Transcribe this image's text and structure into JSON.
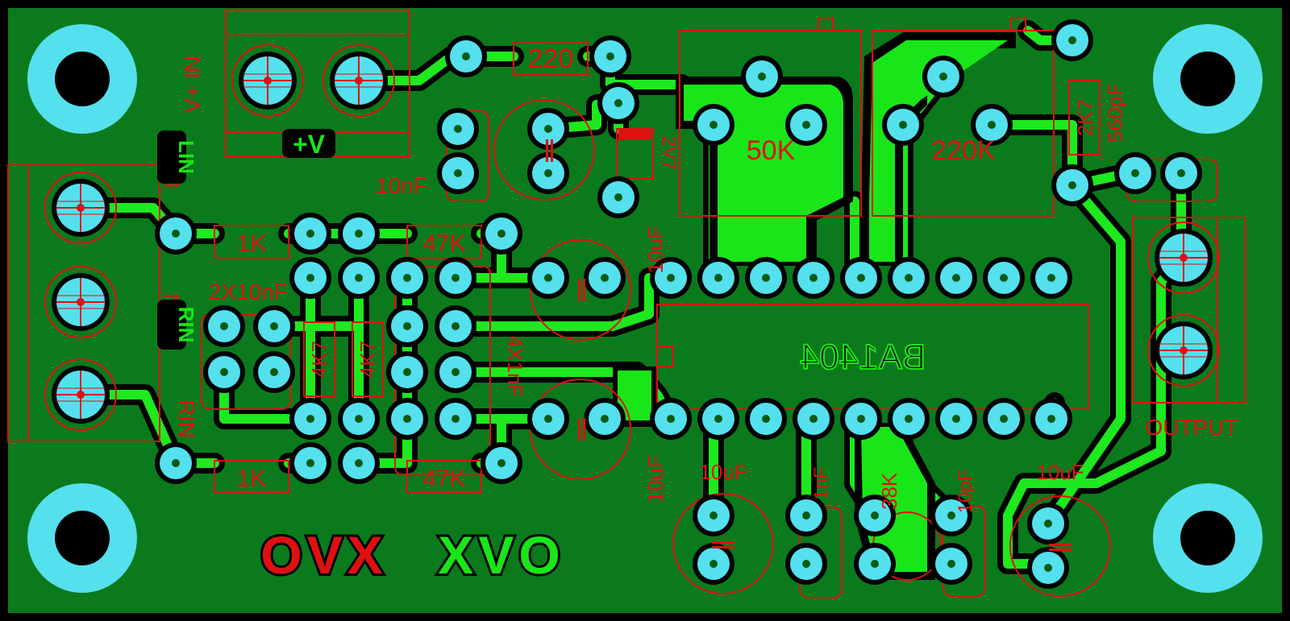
{
  "colors": {
    "background": "#000000",
    "board": "#0b7a1c",
    "copper": "#19e619",
    "copper_trace": "#1ee81e",
    "pad": "#55e0ee",
    "silkscreen": "#e01010",
    "hole": "#000000"
  },
  "board": {
    "ic_label": "BA1404",
    "logo_red": "OVX",
    "logo_green": "XVO",
    "copper_power_label": "+V",
    "copper_rin_label": "RIN"
  },
  "silkscreen_labels": {
    "vin": "V+ IN",
    "lin": "LIN",
    "rin": "RIN",
    "rin_lower": "RIN",
    "output": "OUTPUT",
    "r220": "220",
    "c10nf": "10nF",
    "z2v7": "2V7",
    "pot50k": "50K",
    "pot220k": "220K",
    "r2k7": "2K7",
    "c560pf": "560pF",
    "r1k_top": "1K",
    "r47k_top": "47K",
    "c2x10nf": "2X10nF",
    "c10uf_a": "10uF",
    "r4k7_a": "4K7",
    "r4k7_b": "4K7",
    "c4x1nf": "4X1nF",
    "c10uf_b": "10uF",
    "r1k_bot": "1K",
    "r47k_bot": "47K",
    "c10uf_c": "10uF",
    "c1nf": "1nF",
    "r38k": "38K",
    "c10pf": "10pF",
    "c10uf_d": "10uF"
  },
  "icons": {
    "mount_hole": "mounting-hole-icon",
    "pad": "solder-pad-icon",
    "terminal": "screw-terminal-icon"
  }
}
